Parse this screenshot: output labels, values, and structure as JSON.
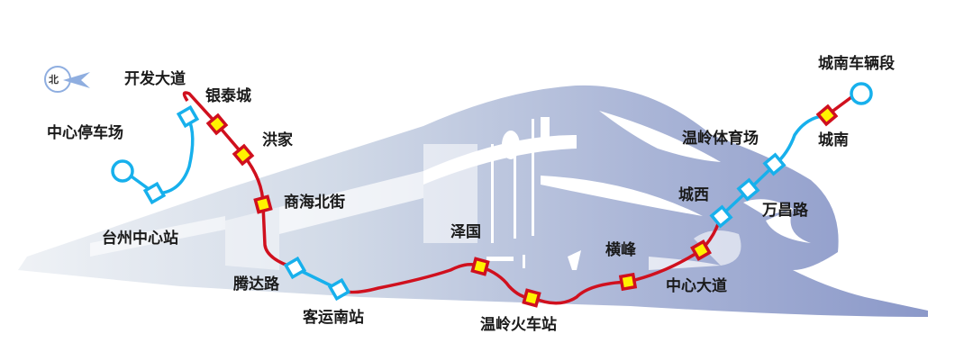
{
  "map": {
    "compass": {
      "label": "北",
      "color": "#8faee0"
    },
    "colors": {
      "elevated_line": "#d0101e",
      "underground_line": "#17b0ec",
      "station_fill_elevated": "#fff200",
      "station_fill_underground": "#ffffff",
      "train_light": "#dde4ee",
      "train_dark": "#8a96c8"
    },
    "stations": [
      {
        "name": "中心停车场",
        "type": "depot",
        "segment": "underground"
      },
      {
        "name": "台州中心站",
        "type": "station",
        "segment": "underground"
      },
      {
        "name": "开发大道",
        "type": "station",
        "segment": "underground"
      },
      {
        "name": "银泰城",
        "type": "station",
        "segment": "elevated"
      },
      {
        "name": "洪家",
        "type": "station",
        "segment": "elevated"
      },
      {
        "name": "商海北街",
        "type": "station",
        "segment": "elevated"
      },
      {
        "name": "腾达路",
        "type": "station",
        "segment": "underground"
      },
      {
        "name": "客运南站",
        "type": "station",
        "segment": "underground"
      },
      {
        "name": "泽国",
        "type": "station",
        "segment": "elevated"
      },
      {
        "name": "温岭火车站",
        "type": "station",
        "segment": "elevated"
      },
      {
        "name": "横峰",
        "type": "station",
        "segment": "elevated"
      },
      {
        "name": "中心大道",
        "type": "station",
        "segment": "elevated"
      },
      {
        "name": "城西",
        "type": "station",
        "segment": "underground"
      },
      {
        "name": "万昌路",
        "type": "station",
        "segment": "underground"
      },
      {
        "name": "温岭体育场",
        "type": "station",
        "segment": "underground"
      },
      {
        "name": "城南",
        "type": "station",
        "segment": "elevated"
      },
      {
        "name": "城南车辆段",
        "type": "depot",
        "segment": "underground"
      }
    ]
  }
}
